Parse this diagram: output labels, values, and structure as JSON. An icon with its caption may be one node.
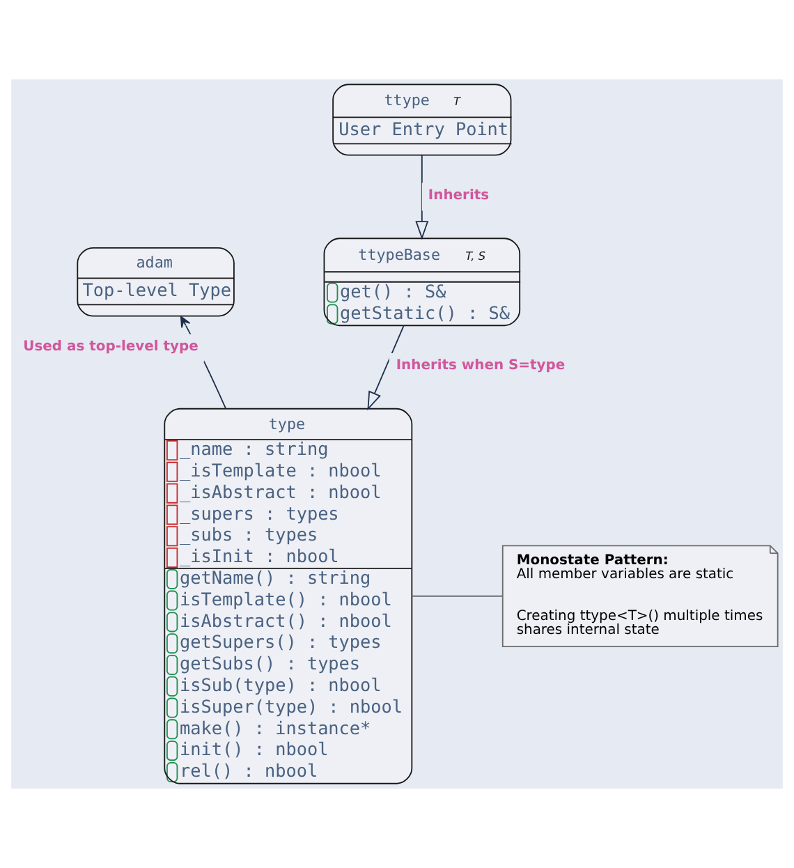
{
  "diagram": {
    "nodes": [
      {
        "text": [
          "ttype",
          "T",
          "User Entry Point"
        ]
      },
      {
        "text": [
          "adam",
          "Top-level Type"
        ]
      },
      {
        "text": [
          "ttypeBase",
          "T, S",
          "get() : S&",
          "getStatic() : S&"
        ]
      },
      {
        "text": [
          "type",
          "_name : string",
          "_isTemplate : nbool",
          "_isAbstract : nbool",
          "_supers : types",
          "_subs : types",
          "_isInit : nbool",
          "getName() : string",
          "isTemplate() : nbool",
          "isAbstract() : nbool",
          "getSupers() : types",
          "getSubs() : types",
          "isSub(type) : nbool",
          "isSuper(type) : nbool",
          "make() : instance*",
          "init() : nbool",
          "rel() : nbool"
        ]
      },
      {
        "text": [
          "Monostate Pattern:",
          "All member variables are static",
          "Creating ttype<T>() multiple times shares internal state"
        ]
      }
    ],
    "edges": [
      {
        "from": 0,
        "to": 2,
        "arrow": "to",
        "label": "Inherits"
      },
      {
        "from": 2,
        "to": 3,
        "arrow": "to",
        "label": "Inherits when S=type"
      },
      {
        "from": 3,
        "to": 1,
        "arrow": "to",
        "label": "Used as top-level type"
      },
      {
        "from": 4,
        "to": 3,
        "arrow": "none",
        "color": "#6b6b6b"
      }
    ]
  }
}
